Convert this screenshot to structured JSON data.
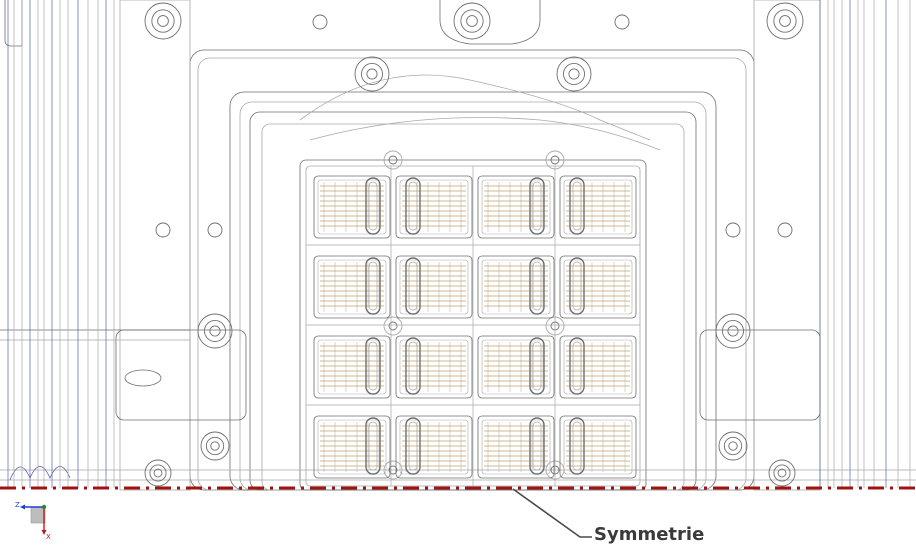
{
  "annotation": {
    "symmetry_label": "Symmetrie"
  },
  "triad": {
    "z_label": "Z",
    "x_label": "X"
  },
  "colors": {
    "line": "#6e6e6e",
    "line_light": "#a9a9a9",
    "blue_line": "#5a63a8",
    "wire": "#c4a36a",
    "symmetry": "#a11212",
    "leader": "#4a4a4a",
    "triad_z": "#1f3fd6",
    "triad_x": "#c41a1a",
    "triad_box": "#bdbdbd"
  },
  "module_grid": {
    "rows": 4,
    "cols": 4
  },
  "icons": [
    "triad-icon"
  ]
}
